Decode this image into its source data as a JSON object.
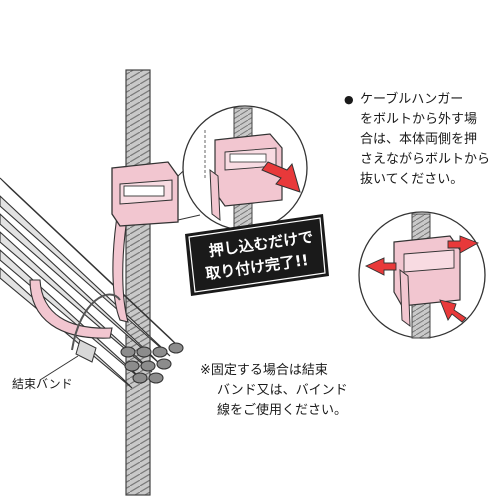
{
  "instructions": {
    "removal": {
      "bullet": "●",
      "lines": [
        "ケーブルハンガー",
        "をボルトから外す場",
        "合は、本体両側を押",
        "さえながらボルトから",
        "抜いてください。"
      ]
    },
    "fixing": {
      "lines": [
        "※固定する場合は結束",
        "バンド又は、バインド",
        "線をご使用ください。"
      ]
    }
  },
  "banner": {
    "lines": [
      "押し込むだけで",
      "取り付け完了!!"
    ]
  },
  "labels": {
    "binding_band": "結束バンド"
  },
  "colors": {
    "hanger_pink": "#f2c6d0",
    "hanger_outline": "#333333",
    "arrow_red": "#e8393a",
    "banner_black": "#1a1a1a",
    "rod_gray": "#b9b9b9",
    "cable_gray": "#dcdcdc"
  }
}
